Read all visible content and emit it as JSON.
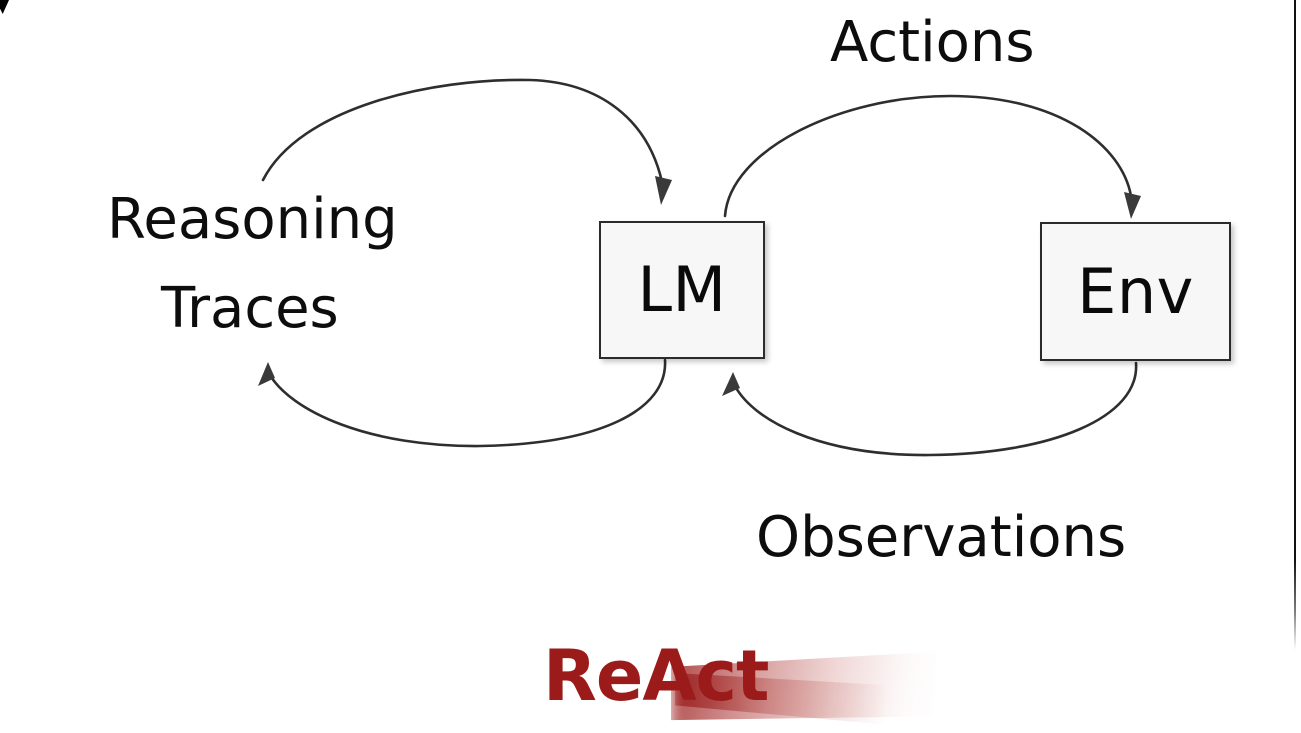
{
  "slide": {
    "background_color": "#ffffff",
    "accent_color": "#9b1b1b",
    "node_fill": "#f7f7f7",
    "node_border": "#2b2b2b",
    "edge_color": "#2e2e2e"
  },
  "nodes": [
    {
      "id": "lm",
      "label": "LM"
    },
    {
      "id": "env",
      "label": "Env"
    }
  ],
  "captions": {
    "actions": "Actions",
    "observations": "Observations",
    "reasoning": "Reasoning",
    "traces": "Traces"
  },
  "edges": [
    {
      "id": "reasoning-out",
      "from": "lm",
      "to": "reasoning-loop",
      "label": "Reasoning"
    },
    {
      "id": "reasoning-in",
      "from": "reasoning-loop",
      "to": "lm",
      "label": "Traces"
    },
    {
      "id": "actions",
      "from": "lm",
      "to": "env",
      "label": "Actions"
    },
    {
      "id": "observations",
      "from": "env",
      "to": "lm",
      "label": "Observations"
    }
  ],
  "brand": {
    "name": "ReAct",
    "color": "#9b1b1b"
  }
}
